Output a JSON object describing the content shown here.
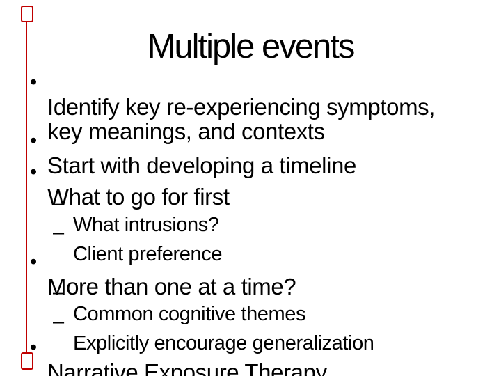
{
  "slide": {
    "title": "Multiple events",
    "accent_color": "#c00000",
    "text_color": "#000000",
    "background_color": "#ffffff",
    "bullets": [
      {
        "level": 1,
        "marker": "•",
        "text": "Identify key re-experiencing symptoms,\nkey meanings, and contexts"
      },
      {
        "level": 1,
        "marker": "•",
        "text": "Start with developing a timeline"
      },
      {
        "level": 1,
        "marker": "•",
        "text": "What to go for first"
      },
      {
        "level": 2,
        "marker": "–",
        "text": "What intrusions?"
      },
      {
        "level": 2,
        "marker": "–",
        "text": "Client preference"
      },
      {
        "level": 1,
        "marker": "•",
        "text": "More than one at a time?"
      },
      {
        "level": 2,
        "marker": "–",
        "text": "Common cognitive themes"
      },
      {
        "level": 2,
        "marker": "–",
        "text": "Explicitly encourage generalization"
      },
      {
        "level": 1,
        "marker": "•",
        "text": "Narrative Exposure Therapy"
      }
    ]
  }
}
